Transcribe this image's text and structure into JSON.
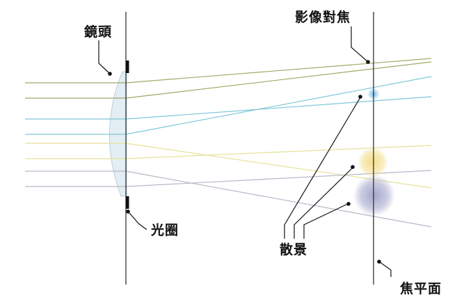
{
  "labels": {
    "lens": "鏡頭",
    "aperture": "光圈",
    "focused_image": "影像對焦",
    "bokeh": "散景",
    "focal_plane": "焦平面"
  },
  "colors": {
    "olive_rays": "#a3a868",
    "cyan_rays": "#7ec7d8",
    "yellow_rays": "#e6e195",
    "lavender_rays": "#b7b7c9",
    "lens_fill": "#e3eef4",
    "lens_stroke": "#b9cfdb",
    "axis_line": "#333333",
    "aperture_blade": "#111111",
    "leader_line": "#111111",
    "bokeh_cyan": "#5ab4e0",
    "bokeh_yellow": "#f2d776",
    "bokeh_lavender": "#9a9cc6"
  }
}
